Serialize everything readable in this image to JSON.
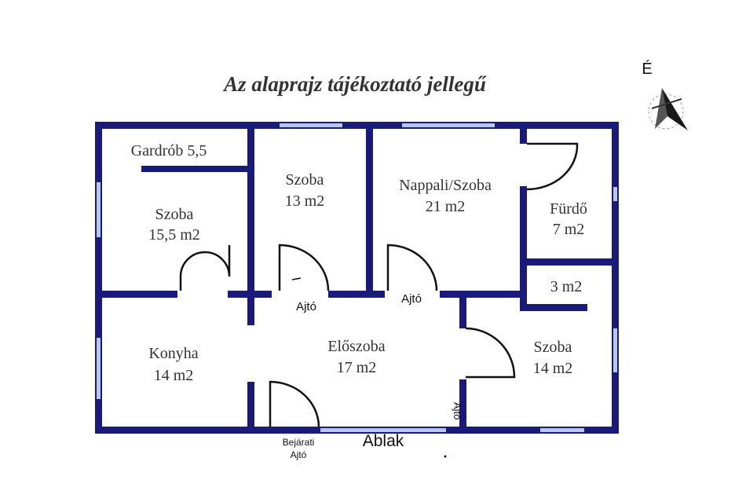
{
  "title": "Az alaprajz tájékoztató jellegű",
  "compass": {
    "label": "É",
    "icon": "compass-north-arrow-icon"
  },
  "colors": {
    "wall": "#1a1a7a",
    "window": "#b8c8e8",
    "text": "#333333"
  },
  "rooms": {
    "gardrob": {
      "label": "Gardrób 5,5"
    },
    "szoba1": {
      "name": "Szoba",
      "area": "15,5 m2"
    },
    "szoba2": {
      "name": "Szoba",
      "area": "13 m2"
    },
    "nappali": {
      "name": "Nappali/Szoba",
      "area": "21 m2"
    },
    "furdo": {
      "name": "Fürdő",
      "area": "7 m2"
    },
    "small": {
      "area": "3 m2"
    },
    "konyha": {
      "name": "Konyha",
      "area": "14 m2"
    },
    "eloszoba": {
      "name": "Előszoba",
      "area": "17 m2"
    },
    "szoba3": {
      "name": "Szoba",
      "area": "14 m2"
    }
  },
  "labels": {
    "door1": "Ajtó",
    "door2": "Ajtó",
    "door3": "Ajtó",
    "entrance_line1": "Bejárati",
    "entrance_line2": "Ajtó",
    "window": "Ablak"
  }
}
